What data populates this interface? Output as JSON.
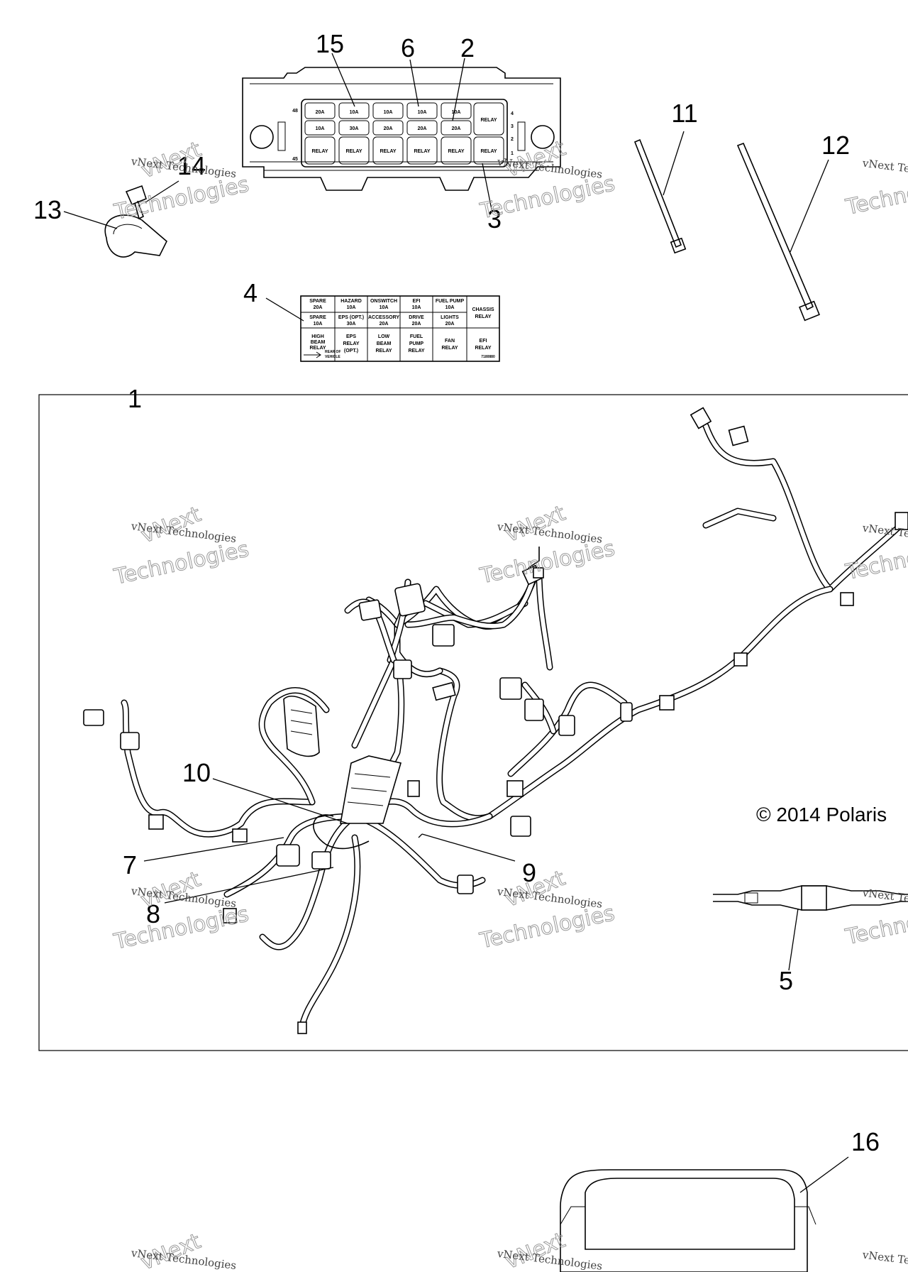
{
  "callouts": [
    "15",
    "6",
    "2",
    "11",
    "12",
    "14",
    "13",
    "3",
    "4",
    "1",
    "10",
    "7",
    "8",
    "9",
    "5",
    "16"
  ],
  "copyright": "© 2014 Polaris",
  "watermark": {
    "line1": "vNext Technologies",
    "line2": "Technologies",
    "line3": "vNext"
  },
  "fuse_box": {
    "top_row": [
      "20A",
      "10A",
      "10A",
      "10A",
      "10A"
    ],
    "mid_row": [
      "10A",
      "30A",
      "20A",
      "20A",
      "20A"
    ],
    "relay_label": "RELAY",
    "side_right": [
      "4",
      "3",
      "2",
      "1"
    ],
    "side_left_top": "48",
    "side_left_bottom": "45"
  },
  "fuse_label": {
    "row1": [
      [
        "SPARE",
        "20A"
      ],
      [
        "HAZARD",
        "10A"
      ],
      [
        "ONSWITCH",
        "10A"
      ],
      [
        "EFI",
        "10A"
      ],
      [
        "FUEL PUMP",
        "10A"
      ]
    ],
    "row2": [
      [
        "SPARE",
        "10A"
      ],
      [
        "EPS (OPT.)",
        "30A"
      ],
      [
        "ACCESSORY",
        "20A"
      ],
      [
        "DRIVE",
        "20A"
      ],
      [
        "LIGHTS",
        "20A"
      ]
    ],
    "chassis": [
      "CHASSIS",
      "RELAY"
    ],
    "row3": [
      [
        "HIGH",
        "BEAM",
        "RELAY"
      ],
      [
        "EPS",
        "RELAY",
        "(OPT.)"
      ],
      [
        "LOW",
        "BEAM",
        "RELAY"
      ],
      [
        "FUEL",
        "PUMP",
        "RELAY"
      ],
      [
        "FAN",
        "RELAY"
      ],
      [
        "EFI",
        "RELAY"
      ]
    ],
    "arrow_text": [
      "REAR OF",
      "VEHICLE"
    ],
    "part_number": "7180880"
  }
}
